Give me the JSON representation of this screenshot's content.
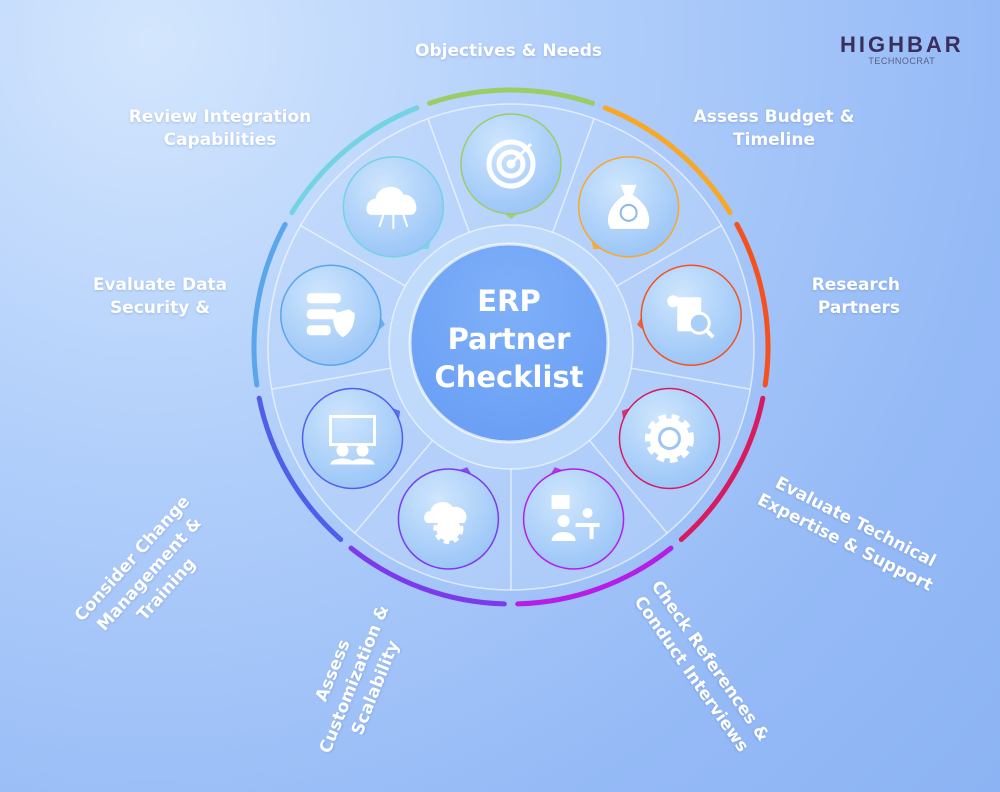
{
  "center": {
    "lines": [
      "ERP",
      "Partner",
      "Checklist"
    ]
  },
  "logo": {
    "name": "HIGHBAR",
    "sub": "TECHNOCRAT"
  },
  "steps": [
    {
      "label": "Objectives & Needs",
      "icon": "target-icon",
      "color": "#9ccc65"
    },
    {
      "label": "Assess Budget & Timeline",
      "icon": "money-bag-icon",
      "color": "#f9a825"
    },
    {
      "label": "Research Partners",
      "icon": "research-document-icon",
      "color": "#f4511e"
    },
    {
      "label": "Evaluate Technical Expertise & Support",
      "icon": "gear-wrench-icon",
      "color": "#d81b60"
    },
    {
      "label": "Check References & Conduct Interviews",
      "icon": "interview-icon",
      "color": "#b41ee8"
    },
    {
      "label": "Assess Customization & Scalability",
      "icon": "cloud-settings-icon",
      "color": "#7c3aed"
    },
    {
      "label": "Consider Change Management & Training",
      "icon": "training-presentation-icon",
      "color": "#4f5fe8"
    },
    {
      "label": "Evaluate Data Security &",
      "icon": "server-shield-icon",
      "color": "#5aa6ea"
    },
    {
      "label": "Review Integration Capabilities",
      "icon": "cloud-gear-icon",
      "color": "#74d3e3"
    }
  ]
}
